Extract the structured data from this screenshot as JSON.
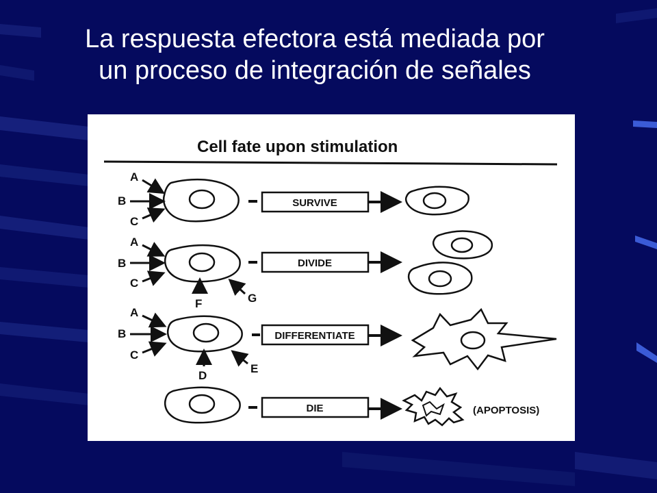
{
  "slide": {
    "title_line1": "La respuesta efectora está mediada por",
    "title_line2": "un proceso de integración de señales"
  },
  "figure": {
    "title": "Cell fate upon stimulation",
    "rows": [
      {
        "inputs_left": [
          "A",
          "B",
          "C"
        ],
        "inputs_bottom": [],
        "label": "SURVIVE"
      },
      {
        "inputs_left": [
          "A",
          "B",
          "C"
        ],
        "inputs_bottom": [
          "F",
          "G"
        ],
        "label": "DIVIDE"
      },
      {
        "inputs_left": [
          "A",
          "B",
          "C"
        ],
        "inputs_bottom": [
          "D",
          "E"
        ],
        "label": "DIFFERENTIATE"
      },
      {
        "inputs_left": [],
        "inputs_bottom": [],
        "label": "DIE"
      }
    ],
    "apoptosis_note": "(APOPTOSIS)"
  },
  "colors": {
    "background": "#050a5e",
    "stripe": "#1c2a8a",
    "text": "#ffffff",
    "figure_bg": "#ffffff"
  }
}
